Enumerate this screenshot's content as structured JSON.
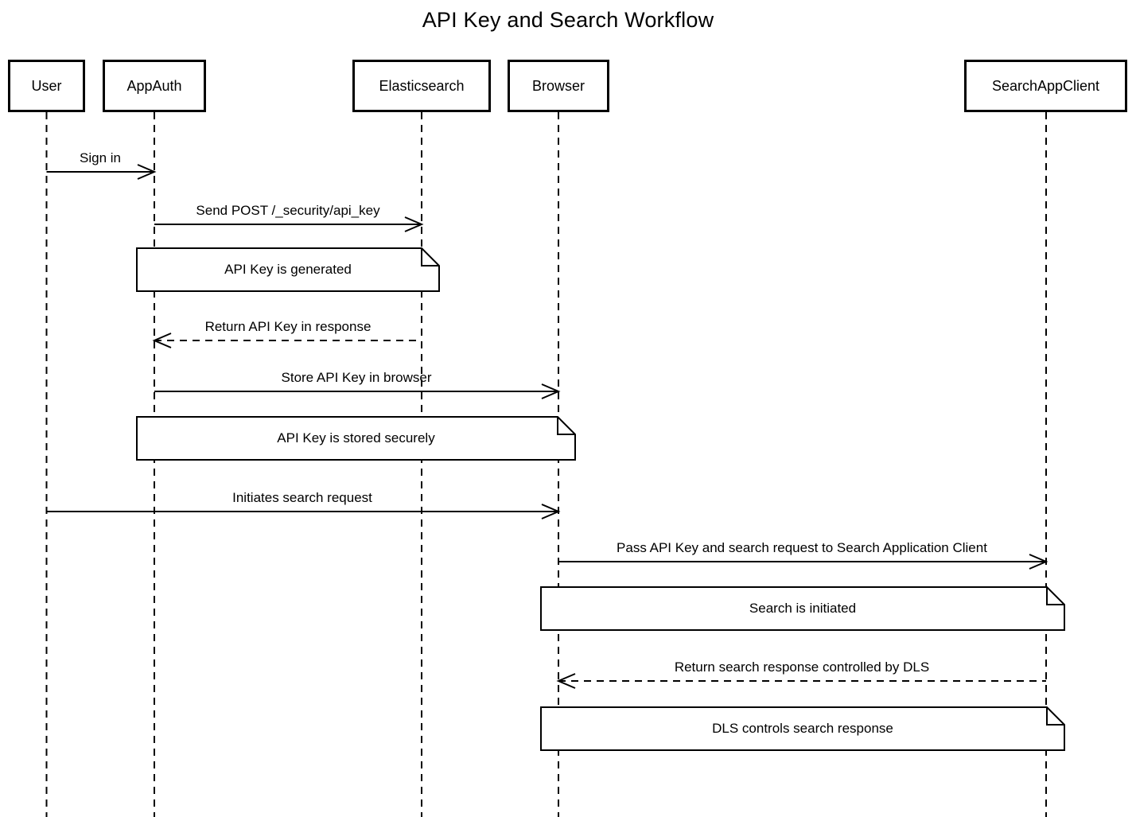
{
  "title": "API Key and Search Workflow",
  "colors": {
    "line": "#000000",
    "text": "#000000",
    "background": "#ffffff",
    "participant_fill": "#ffffff",
    "note_fill": "#ffffff"
  },
  "diagram": {
    "type": "sequence-diagram",
    "participants": [
      {
        "name": "User"
      },
      {
        "name": "AppAuth"
      },
      {
        "name": "Elasticsearch"
      },
      {
        "name": "Browser"
      },
      {
        "name": "SearchAppClient"
      }
    ],
    "messages": [
      {
        "from": "User",
        "to": "AppAuth",
        "label": "Sign in",
        "line": "solid",
        "arrowhead": "open"
      },
      {
        "from": "AppAuth",
        "to": "Elasticsearch",
        "label": "Send POST /_security/api_key",
        "line": "solid",
        "arrowhead": "open"
      },
      {
        "from": "Elasticsearch",
        "to": "AppAuth",
        "label": "Return API Key in response",
        "line": "dashed",
        "arrowhead": "open"
      },
      {
        "from": "AppAuth",
        "to": "Browser",
        "label": "Store API Key in browser",
        "line": "solid",
        "arrowhead": "open"
      },
      {
        "from": "User",
        "to": "Browser",
        "label": "Initiates search request",
        "line": "solid",
        "arrowhead": "open"
      },
      {
        "from": "Browser",
        "to": "SearchAppClient",
        "label": "Pass API Key and search request to Search Application Client",
        "line": "solid",
        "arrowhead": "open"
      },
      {
        "from": "SearchAppClient",
        "to": "Browser",
        "label": "Return search response controlled by DLS",
        "line": "dashed",
        "arrowhead": "open"
      }
    ],
    "notes": [
      {
        "over": [
          "AppAuth",
          "Elasticsearch"
        ],
        "text": "API Key is generated"
      },
      {
        "over": [
          "AppAuth",
          "Browser"
        ],
        "text": "API Key is stored securely"
      },
      {
        "over": [
          "Browser",
          "SearchAppClient"
        ],
        "text": "Search is initiated"
      },
      {
        "over": [
          "Browser",
          "SearchAppClient"
        ],
        "text": "DLS controls search response"
      }
    ]
  }
}
